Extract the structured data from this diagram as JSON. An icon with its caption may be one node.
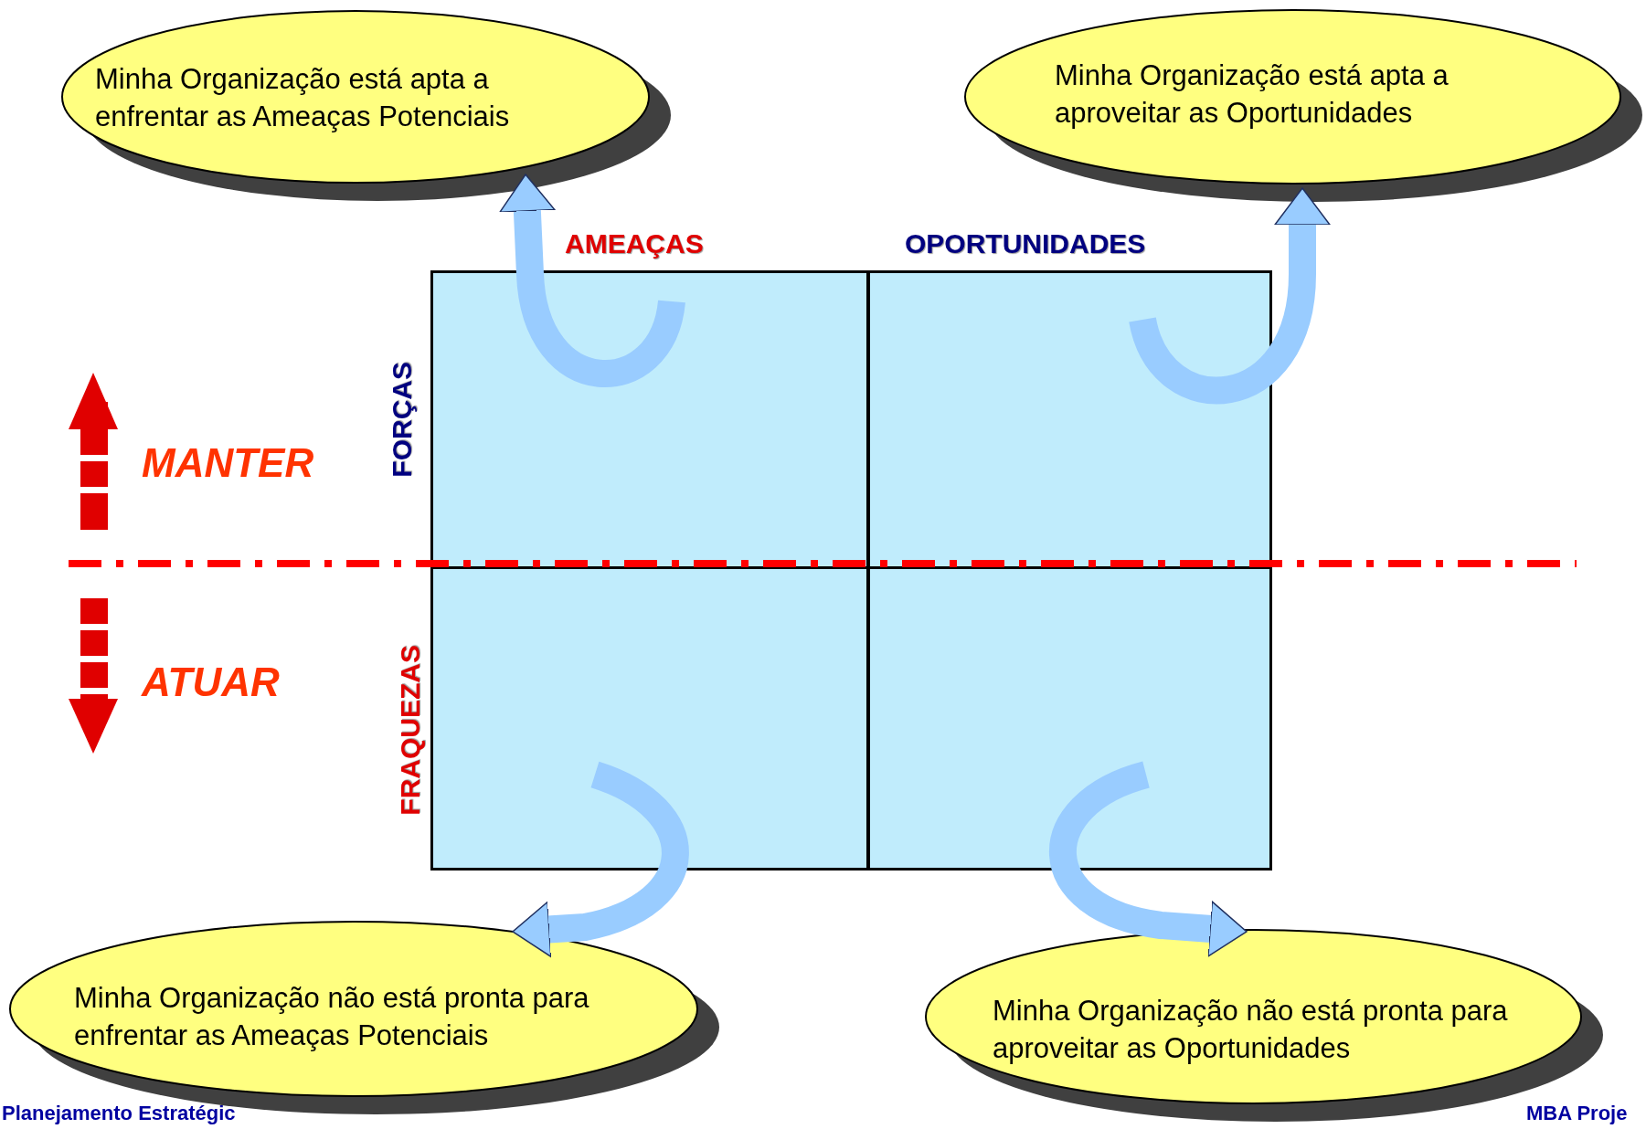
{
  "diagram": {
    "nodes": [
      {
        "text": [
          "Minha Organização está apta a enfrentar as Ameaças Potenciais"
        ]
      },
      {
        "text": [
          "Minha Organização está apta a aproveitar as Oportunidades"
        ]
      },
      {
        "text": [],
        "shape": "box"
      },
      {
        "text": [],
        "shape": "box"
      },
      {
        "text": [],
        "shape": "box"
      },
      {
        "text": [],
        "shape": "box"
      },
      {
        "text": [
          "Minha Organização não está pronta para enfrentar as Ameaças Potenciais"
        ]
      },
      {
        "text": [
          "Minha Organização não está pronta para aproveitar as Oportunidades"
        ]
      }
    ],
    "edges": [
      {
        "from": 2,
        "to": 0,
        "arrow": "to"
      },
      {
        "from": 3,
        "to": 1,
        "arrow": "to"
      },
      {
        "from": 4,
        "to": 6,
        "arrow": "to"
      },
      {
        "from": 5,
        "to": 7,
        "arrow": "to"
      }
    ],
    "labels": [
      "AMEAÇAS",
      "OPORTUNIDADES",
      "FORÇAS",
      "MANTER",
      "FRAQUEZAS",
      "ATUAR",
      "Planejamento Estratégic",
      "MBA Proje"
    ]
  }
}
